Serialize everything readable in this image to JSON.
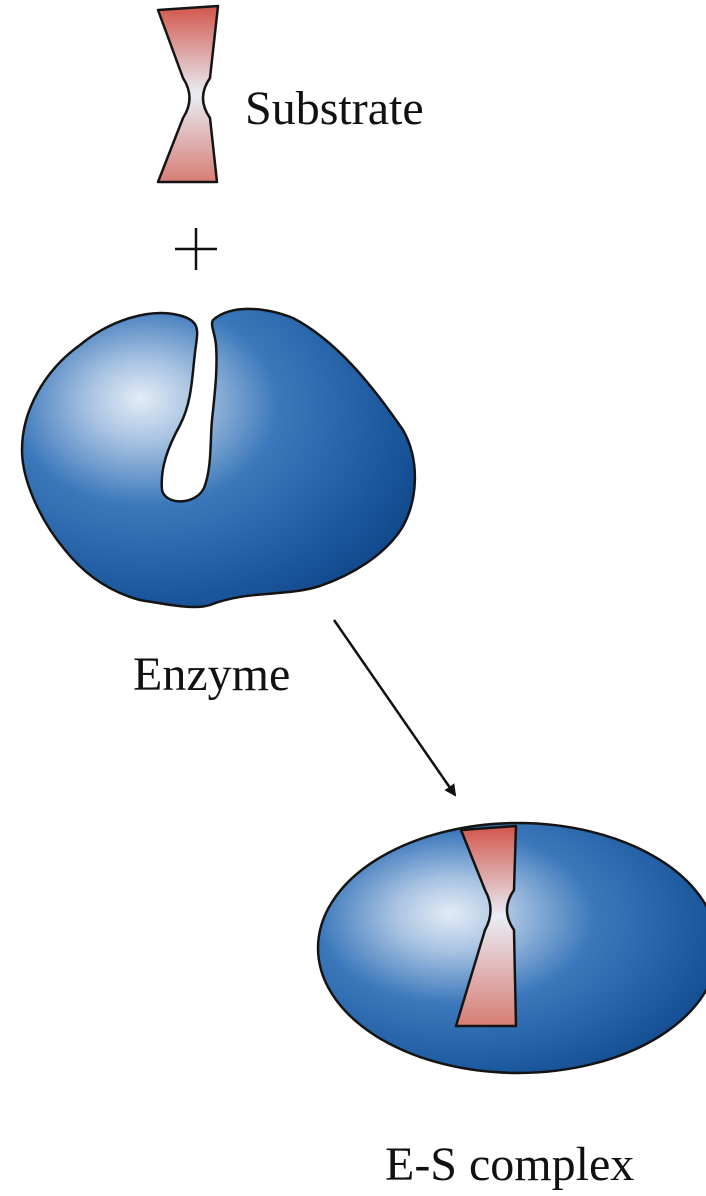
{
  "labels": {
    "substrate": "Substrate",
    "plus": "+",
    "enzyme": "Enzyme",
    "complex": "E-S complex"
  },
  "colors": {
    "enzyme_highlight": "#e3ecf6",
    "enzyme_mid": "#2f6fb4",
    "enzyme_dark": "#12488c",
    "substrate_dark": "#d2564b",
    "substrate_light": "#e9edf5",
    "outline": "#141414"
  }
}
